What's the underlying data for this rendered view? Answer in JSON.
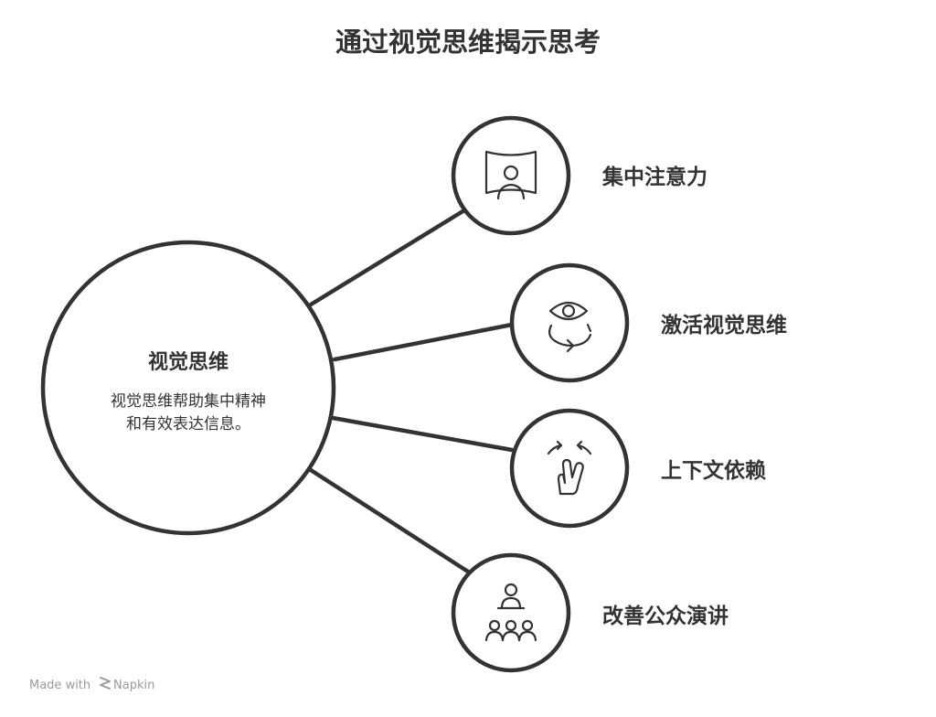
{
  "title": "通过视觉思维揭示思考",
  "hub": {
    "title": "视觉思维",
    "description_lines": [
      "视觉思维帮助集中精神",
      "和有效表达信息。"
    ]
  },
  "branches": [
    {
      "label": "集中注意力",
      "icon": "focus-presentation-icon"
    },
    {
      "label": "激活视觉思维",
      "icon": "eye-rotate-icon"
    },
    {
      "label": "上下文依赖",
      "icon": "pinch-gesture-icon"
    },
    {
      "label": "改善公众演讲",
      "icon": "speaker-audience-icon"
    }
  ],
  "watermark": {
    "prefix": "Made with",
    "brand": "Napkin",
    "icon": "napkin-logo-icon"
  },
  "colors": {
    "stroke": "#333333",
    "text": "#333333",
    "watermark": "#9a9a9a",
    "background": "#ffffff"
  }
}
